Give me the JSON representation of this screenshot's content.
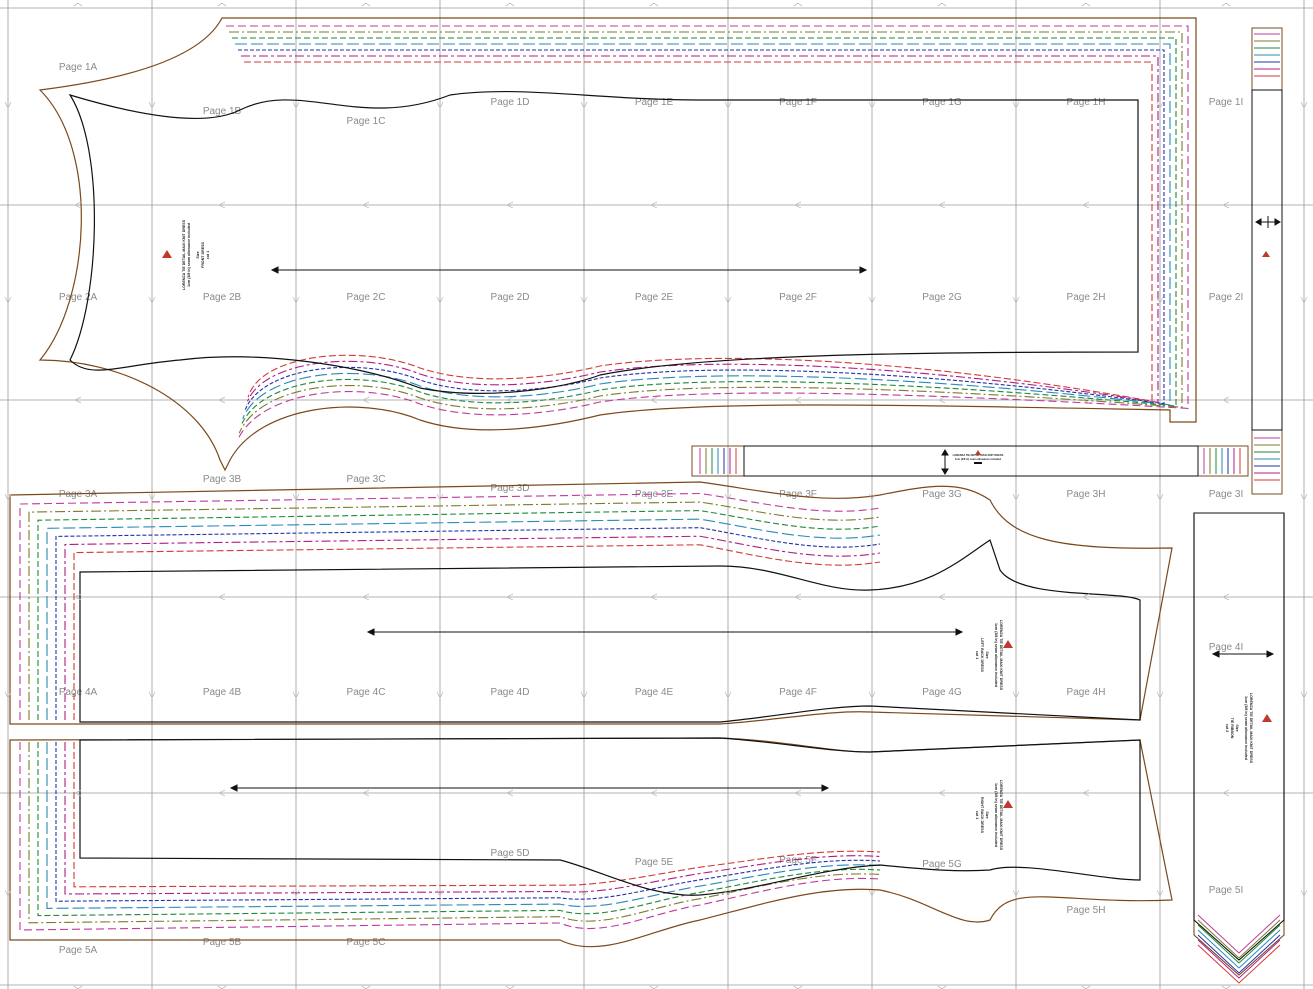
{
  "page_labels": [
    "Page 1A",
    "Page 1B",
    "Page 1C",
    "Page 1D",
    "Page 1E",
    "Page 1F",
    "Page 1G",
    "Page 1H",
    "Page 1I",
    "Page 2A",
    "Page 2B",
    "Page 2C",
    "Page 2D",
    "Page 2E",
    "Page 2F",
    "Page 2G",
    "Page 2H",
    "Page 2I",
    "Page 3A",
    "Page 3B",
    "Page 3C",
    "Page 3D",
    "Page 3E",
    "Page 3F",
    "Page 3G",
    "Page 3H",
    "Page 3I",
    "Page 4A",
    "Page 4B",
    "Page 4C",
    "Page 4D",
    "Page 4E",
    "Page 4F",
    "Page 4G",
    "Page 4H",
    "Page 4I",
    "Page 5A",
    "Page 5B",
    "Page 5C",
    "Page 5D",
    "Page 5E",
    "Page 5F",
    "Page 5G",
    "Page 5H",
    "Page 5I"
  ],
  "pieces": {
    "front": {
      "title": "LORENZA TIE DETAIL MAXI KNIT DRESS",
      "seam": "1cm (3/8 in) seam allowance included",
      "size": "Size",
      "name": "FRONT DRESS",
      "cut": "cut 1"
    },
    "left_back": {
      "title": "LORENZA TIE DETAIL MAXI KNIT DRESS",
      "seam": "1cm (3/8 in) seam allowance included",
      "size": "Size",
      "name": "LEFT BACK DRESS",
      "cut": "cut 1"
    },
    "right_back": {
      "title": "LORENZA TIE DETAIL MAXI KNIT DRESS",
      "seam": "1cm (3/8 in) seam allowance included",
      "size": "Size",
      "name": "RIGHT BACK DRESS",
      "cut": "cut 1"
    },
    "tie_ribbon": {
      "title": "LORENZA TIE DETAIL MAXI KNIT DRESS",
      "seam": "1cm (3/8 in) seam allowance included",
      "size": "Size",
      "name": "TIE RIBBON",
      "cut": "cut 2"
    }
  },
  "colors": {
    "grid": "#9a9a9a",
    "outline": "#111111",
    "sizes": [
      "#7a4a1c",
      "#c0399b",
      "#7b7b2a",
      "#1e8a3a",
      "#2a8ab8",
      "#2233aa",
      "#b01c86",
      "#d23a3a"
    ]
  }
}
